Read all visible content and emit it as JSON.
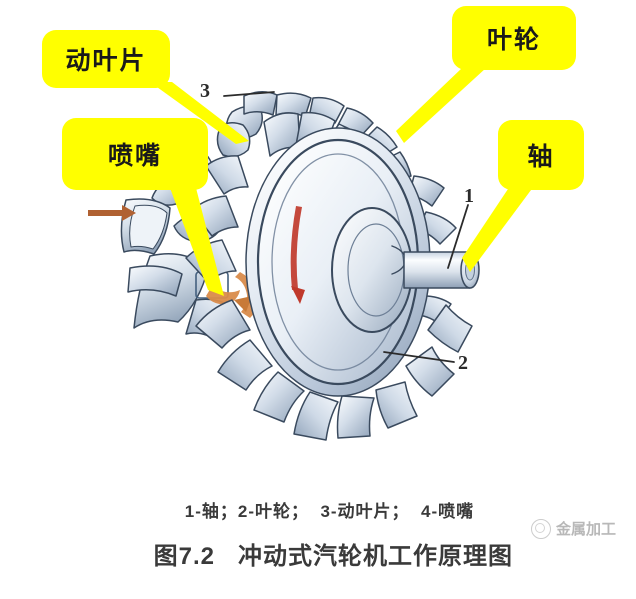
{
  "figure": {
    "background_color": "#ffffff",
    "callout_color": "#FFFF00",
    "callout_text_color": "#1a1a1a",
    "leader_color": "#FFFF00",
    "rotation_arrow_color": "#c0392b",
    "steam_arrow_color": "#c8722e",
    "metal_light": "#f2f6fa",
    "metal_mid": "#aebed2",
    "metal_dark": "#6e8097",
    "outline_color": "#3a4a5e"
  },
  "callouts": [
    {
      "id": "moving-blade",
      "label": "动叶片"
    },
    {
      "id": "nozzle",
      "label": "喷嘴"
    },
    {
      "id": "impeller",
      "label": "叶轮"
    },
    {
      "id": "shaft",
      "label": "轴"
    }
  ],
  "number_labels": [
    {
      "id": "num-3",
      "text": "3"
    },
    {
      "id": "num-1",
      "text": "1"
    },
    {
      "id": "num-2",
      "text": "2"
    }
  ],
  "caption": {
    "legend": "1-轴；2-叶轮；  3-动叶片；  4-喷嘴",
    "title": "图7.2   冲动式汽轮机工作原理图"
  },
  "watermark": {
    "text": "金属加工",
    "icon": "circle-logo-icon"
  }
}
